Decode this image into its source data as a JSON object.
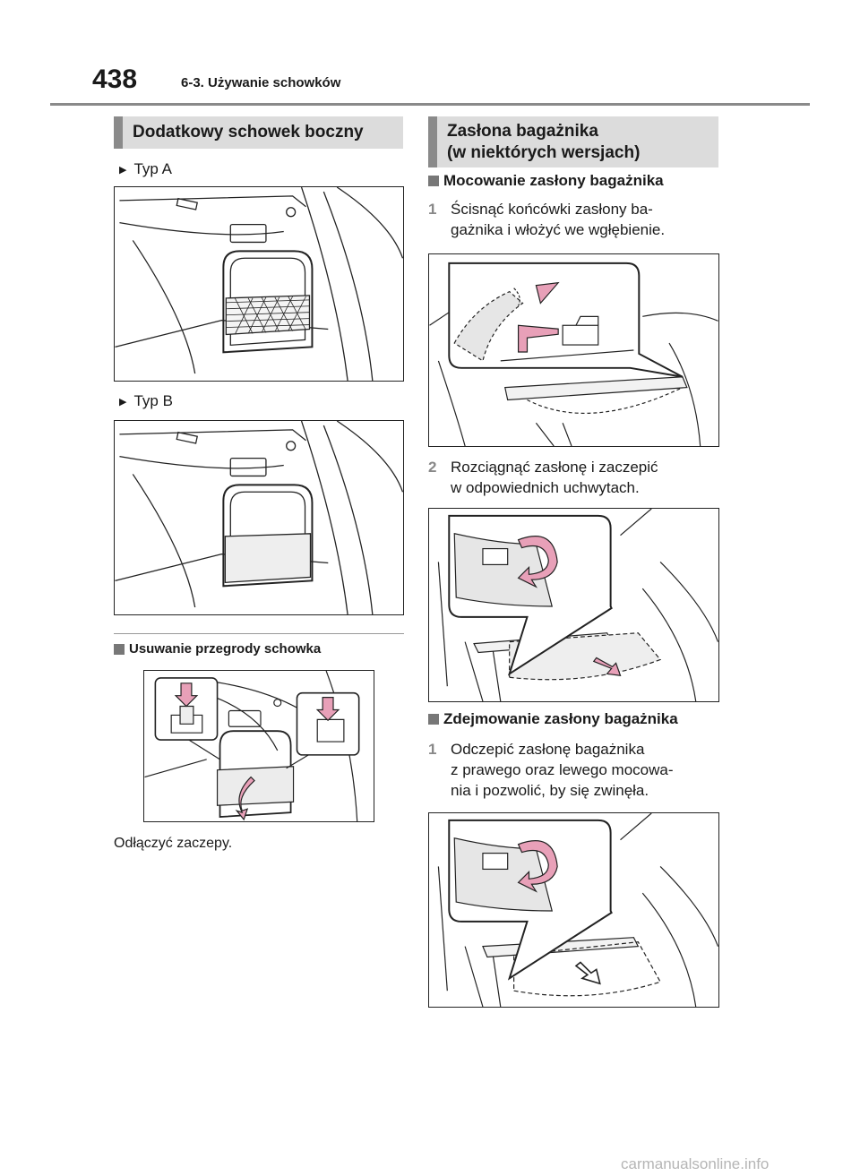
{
  "header": {
    "page_number": "438",
    "chapter": "6-3. Używanie schowków"
  },
  "left": {
    "section_title": "Dodatkowy schowek boczny",
    "type_a": "Typ A",
    "type_b": "Typ B",
    "subheading": "Usuwanie przegrody schowka",
    "caption": "Odłączyć zaczepy."
  },
  "right": {
    "section_title_lines": [
      "Zasłona bagażnika",
      "(w niektórych wersjach)"
    ],
    "sub1": "Mocowanie zasłony bagażnika",
    "step1": {
      "num": "1",
      "lines": [
        "Ścisnąć końcówki zasłony ba-",
        "gażnika i włożyć we wgłębienie."
      ]
    },
    "step2": {
      "num": "2",
      "lines": [
        "Rozciągnąć zasłonę i zaczepić",
        "w odpowiednich uchwytach."
      ]
    },
    "sub2": "Zdejmowanie zasłony bagażnika",
    "step3": {
      "num": "1",
      "lines": [
        "Odczepić zasłonę bagażnika",
        "z prawego oraz lewego mocowa-",
        "nia i pozwolić, by się zwinęła."
      ]
    }
  },
  "watermark": "carmanualsonline.info",
  "colors": {
    "accent_gray": "#8a8a8a",
    "box_gray": "#dcdcdc",
    "arrow_pink": "#e8a0b8"
  }
}
